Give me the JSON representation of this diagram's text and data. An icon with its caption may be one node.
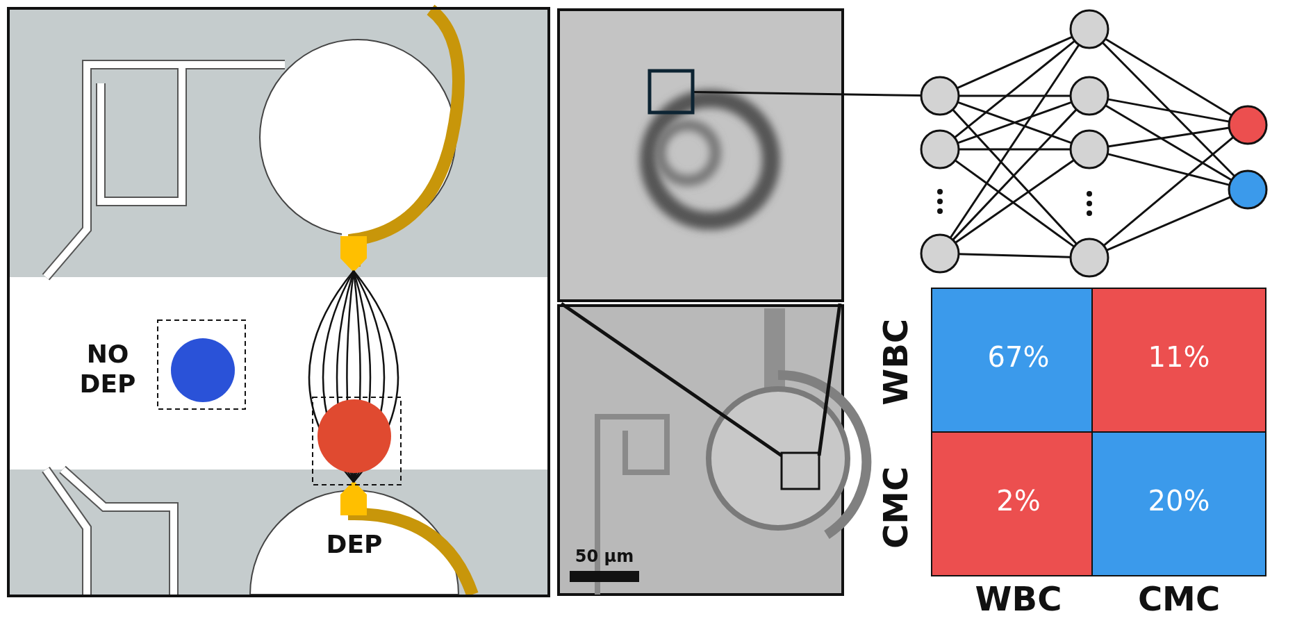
{
  "diagram": {
    "nodes": [
      {
        "text": [],
        "shape": "box"
      },
      {
        "text": [],
        "shape": "circle"
      },
      {
        "text": [],
        "shape": "circle"
      },
      {
        "text": [],
        "shape": "circle"
      },
      {
        "text": [],
        "shape": "circle"
      },
      {
        "text": [],
        "shape": "circle"
      },
      {
        "text": [],
        "shape": "circle"
      },
      {
        "text": [],
        "shape": "circle"
      },
      {
        "text": [],
        "shape": "circle"
      },
      {
        "text": [],
        "shape": "circle"
      }
    ],
    "edges": [
      {
        "from": 0,
        "to": 1,
        "arrow": "none"
      },
      {
        "from": 1,
        "to": 4,
        "arrow": "none"
      },
      {
        "from": 1,
        "to": 5,
        "arrow": "none"
      },
      {
        "from": 1,
        "to": 6,
        "arrow": "none"
      },
      {
        "from": 1,
        "to": 7,
        "arrow": "none"
      },
      {
        "from": 2,
        "to": 4,
        "arrow": "none"
      },
      {
        "from": 2,
        "to": 5,
        "arrow": "none"
      },
      {
        "from": 2,
        "to": 6,
        "arrow": "none"
      },
      {
        "from": 2,
        "to": 7,
        "arrow": "none"
      },
      {
        "from": 3,
        "to": 4,
        "arrow": "none"
      },
      {
        "from": 3,
        "to": 5,
        "arrow": "none"
      },
      {
        "from": 3,
        "to": 6,
        "arrow": "none"
      },
      {
        "from": 3,
        "to": 7,
        "arrow": "none"
      },
      {
        "from": 4,
        "to": 8,
        "arrow": "none"
      },
      {
        "from": 4,
        "to": 9,
        "arrow": "none"
      },
      {
        "from": 5,
        "to": 8,
        "arrow": "none"
      },
      {
        "from": 5,
        "to": 9,
        "arrow": "none"
      },
      {
        "from": 6,
        "to": 8,
        "arrow": "none"
      },
      {
        "from": 6,
        "to": 9,
        "arrow": "none"
      },
      {
        "from": 7,
        "to": 8,
        "arrow": "none"
      },
      {
        "from": 7,
        "to": 9,
        "arrow": "none"
      }
    ],
    "labels": [
      "NO DEP",
      "DEP",
      "50 µm",
      "WBC",
      "67%",
      "11%",
      "CMC",
      "2%",
      "20%",
      "WBC",
      "CMC"
    ]
  }
}
